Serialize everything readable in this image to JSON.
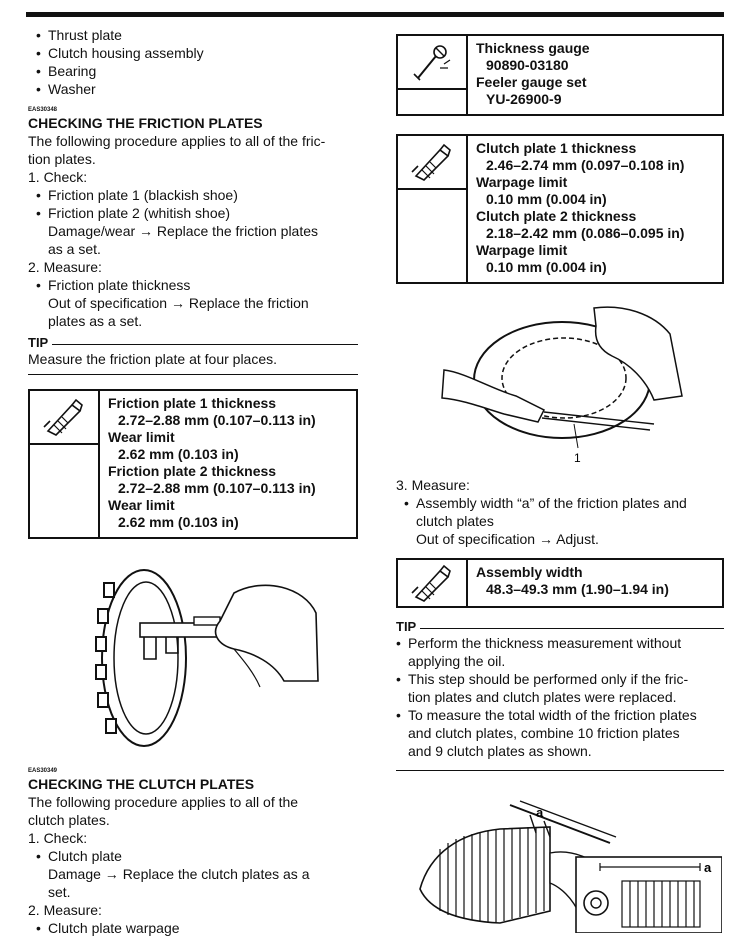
{
  "left": {
    "list_top": [
      "Thrust plate",
      "Clutch housing assembly",
      "Bearing",
      "Washer"
    ],
    "sec1": {
      "code": "EAS30348",
      "title": "CHECKING THE FRICTION PLATES",
      "intro_1": "The following procedure applies to all of the fric-",
      "intro_2": "tion plates.",
      "step1": "1. Check:",
      "step1_items": [
        "Friction plate 1 (blackish shoe)",
        "Friction plate 2 (whitish shoe)"
      ],
      "step1_action_1": "Damage/wear → Replace the friction plates",
      "step1_action_2": "as a set.",
      "step2": "2. Measure:",
      "step2_item": "Friction plate thickness",
      "step2_action_1": "Out of specification → Replace the friction",
      "step2_action_2": "plates as a set.",
      "tip_label": "TIP",
      "tip_text": "Measure the friction plate at four places."
    },
    "spec1": [
      {
        "label": "Friction plate 1 thickness",
        "value": "2.72–2.88 mm (0.107–0.113 in)"
      },
      {
        "label": "Wear limit",
        "value": "2.62 mm (0.103 in)"
      },
      {
        "label": "Friction plate 2 thickness",
        "value": "2.72–2.88 mm (0.107–0.113 in)"
      },
      {
        "label": "Wear limit",
        "value": "2.62 mm (0.103 in)"
      }
    ],
    "sec2": {
      "code": "EAS30349",
      "title": "CHECKING THE CLUTCH PLATES",
      "intro_1": "The following procedure applies to all of the",
      "intro_2": "clutch plates.",
      "step1": "1. Check:",
      "step1_item": "Clutch plate",
      "step1_action_1": "Damage → Replace the clutch plates as a",
      "step1_action_2": "set.",
      "step2": "2. Measure:",
      "step2_item": "Clutch plate warpage"
    }
  },
  "right": {
    "tools": [
      {
        "label": "Thickness gauge",
        "value": "90890-03180"
      },
      {
        "label": "Feeler gauge set",
        "value": "YU-26900-9"
      }
    ],
    "spec2": [
      {
        "label": "Clutch plate 1 thickness",
        "value": "2.46–2.74 mm (0.097–0.108 in)"
      },
      {
        "label": "Warpage limit",
        "value": "0.10 mm (0.004 in)"
      },
      {
        "label": "Clutch plate 2 thickness",
        "value": "2.18–2.42 mm (0.086–0.095 in)"
      },
      {
        "label": "Warpage limit",
        "value": "0.10 mm (0.004 in)"
      }
    ],
    "fig_callout": "1",
    "step3": "3. Measure:",
    "step3_item_1": "Assembly width “a” of the friction plates and",
    "step3_item_2": "clutch plates",
    "step3_action": "Out of specification → Adjust.",
    "spec3": {
      "label": "Assembly width",
      "value": "48.3–49.3 mm (1.90–1.94 in)"
    },
    "tip_label": "TIP",
    "tips": [
      [
        "Perform the thickness measurement without",
        "applying the oil."
      ],
      [
        "This step should be performed only if the fric-",
        "tion plates and clutch plates were replaced."
      ],
      [
        "To measure the total width of the friction plates",
        "and clutch plates, combine 10 friction plates",
        "and 9 clutch plates as shown."
      ]
    ],
    "fig_label_a": "a"
  }
}
